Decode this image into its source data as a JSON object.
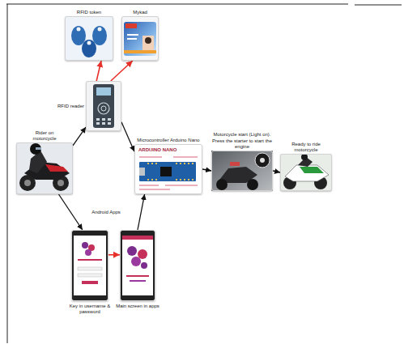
{
  "diagram": {
    "nodes": [
      {
        "text": [
          "RFID token"
        ]
      },
      {
        "text": [
          "Mykad"
        ]
      },
      {
        "text": [
          "RFID reader"
        ]
      },
      {
        "text": [
          "Rider on motorcycle"
        ]
      },
      {
        "text": [
          "Microcontroller Arduino Nano",
          "ARDUINO NANO"
        ]
      },
      {
        "text": [
          "Motorcycle start (Light on). Press the starter to start the engine"
        ]
      },
      {
        "text": [
          "Ready to ride motorcycle"
        ]
      },
      {
        "text": [
          "Key in username & password"
        ]
      },
      {
        "text": [
          "Main screen in apps"
        ]
      }
    ],
    "edges": [
      {
        "from": 2,
        "to": 0,
        "arrow": "to"
      },
      {
        "from": 2,
        "to": 1,
        "arrow": "to"
      },
      {
        "from": 3,
        "to": 2,
        "arrow": "to"
      },
      {
        "from": 3,
        "to": 7,
        "arrow": "to"
      },
      {
        "from": 2,
        "to": 4,
        "arrow": "to"
      },
      {
        "from": 7,
        "to": 8,
        "arrow": "to"
      },
      {
        "from": 8,
        "to": 4,
        "arrow": "to"
      },
      {
        "from": 4,
        "to": 5,
        "arrow": "to"
      },
      {
        "from": 5,
        "to": 6,
        "arrow": "to"
      }
    ],
    "labels": [
      "Android Apps"
    ]
  }
}
